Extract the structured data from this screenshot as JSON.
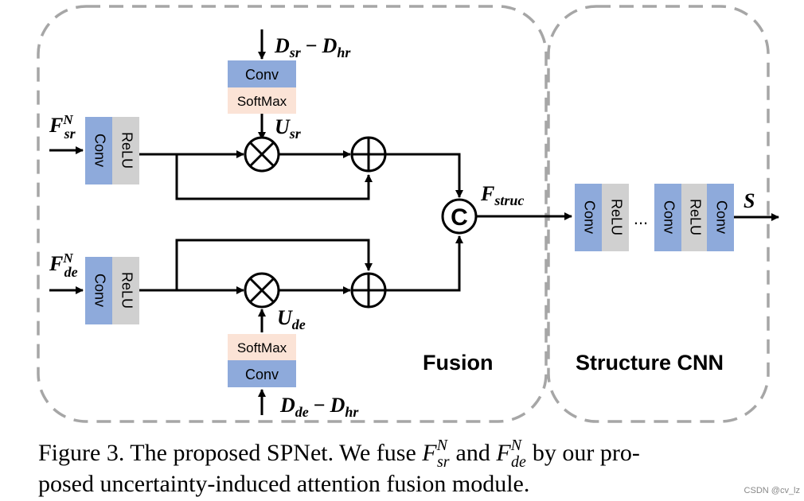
{
  "colors": {
    "conv": "#8eaadb",
    "relu": "#d0d0d0",
    "softmax": "#fbe3d6",
    "line": "#000000",
    "dash": "#a6a6a6",
    "fusion_text": "#000000"
  },
  "blocks": {
    "conv": "Conv",
    "relu": "ReLU",
    "softmax": "SoftMax",
    "ellipsis": "..."
  },
  "operators": {
    "multiply": "⊗",
    "add": "⊕",
    "concat": "C"
  },
  "math": {
    "d_sr": {
      "base": "D",
      "sub": "sr"
    },
    "d_hr_top": {
      "base": "D",
      "sub": "hr"
    },
    "d_de": {
      "base": "D",
      "sub": "de"
    },
    "d_hr_bottom": {
      "base": "D",
      "sub": "hr"
    },
    "minus": "−",
    "u_sr": {
      "base": "U",
      "sub": "sr"
    },
    "u_de": {
      "base": "U",
      "sub": "de"
    },
    "f_sr": {
      "base": "F",
      "sup": "N",
      "sub": "sr"
    },
    "f_de": {
      "base": "F",
      "sup": "N",
      "sub": "de"
    },
    "f_struc": {
      "base": "F",
      "sub": "struc"
    },
    "s": "S"
  },
  "regions": {
    "fusion": "Fusion",
    "structure": "Structure CNN"
  },
  "caption": {
    "prefix": "Figure 3.",
    "line1_text": "The proposed SPNet. We fuse",
    "and": "and",
    "tail": "by our pro-",
    "line2": "posed uncertainty-induced attention fusion module.",
    "f_sr": {
      "base": "F",
      "sup": "N",
      "sub": "sr"
    },
    "f_de": {
      "base": "F",
      "sup": "N",
      "sub": "de"
    }
  },
  "watermark": "CSDN @cv_lz"
}
